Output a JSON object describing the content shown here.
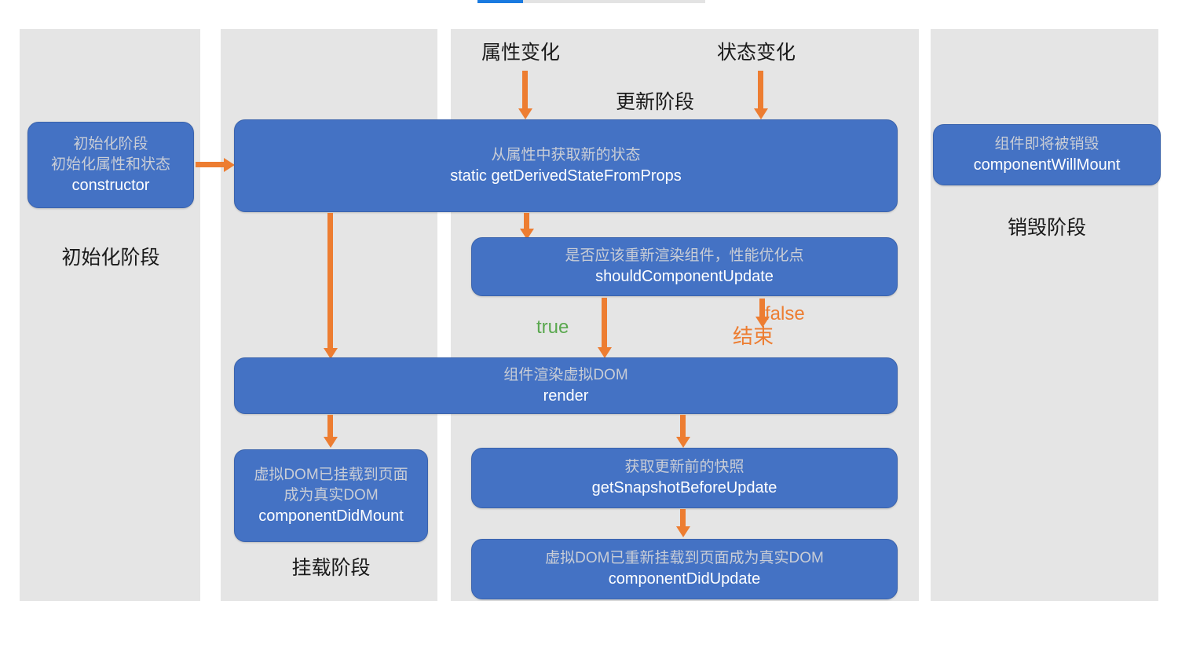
{
  "progress": {
    "name": "page-load-progress",
    "percent": 20,
    "fill_color": "#1a7ae0",
    "track_color": "#e3e3e3"
  },
  "theme": {
    "panel_bg": "#e5e5e5",
    "node_fill": "#4472c4",
    "node_border": "#3a63ad",
    "node_cn_text": "#c9cdd6",
    "node_en_text": "#ffffff",
    "arrow": "#ed7d31",
    "true_color": "#5aa84f",
    "false_color": "#ed7d31",
    "page_bg": "#ffffff"
  },
  "panels": {
    "init": {
      "caption": "初始化阶段"
    },
    "mount": {
      "caption": "挂载阶段"
    },
    "update": {
      "caption": "更新阶段"
    },
    "destroy": {
      "caption": "销毁阶段"
    }
  },
  "triggers": {
    "props": "属性变化",
    "state": "状态变化"
  },
  "nodes": {
    "constructor": {
      "cn1": "初始化阶段",
      "cn2": "初始化属性和状态",
      "en": "constructor"
    },
    "get_derived_state": {
      "cn": "从属性中获取新的状态",
      "en": "static getDerivedStateFromProps"
    },
    "should_update": {
      "cn": "是否应该重新渲染组件，性能优化点",
      "en": "shouldComponentUpdate"
    },
    "render": {
      "cn": "组件渲染虚拟DOM",
      "en": "render"
    },
    "did_mount": {
      "cn": "虚拟DOM已挂载到页面成为真实DOM",
      "en": "componentDidMount"
    },
    "get_snapshot": {
      "cn": "获取更新前的快照",
      "en": "getSnapshotBeforeUpdate"
    },
    "did_update": {
      "cn": "虚拟DOM已重新挂载到页面成为真实DOM",
      "en": "componentDidUpdate"
    },
    "will_unmount": {
      "cn": "组件即将被销毁",
      "en": "componentWillMount"
    }
  },
  "edges": {
    "true_label": "true",
    "false_label": "false",
    "end_label": "结束"
  }
}
